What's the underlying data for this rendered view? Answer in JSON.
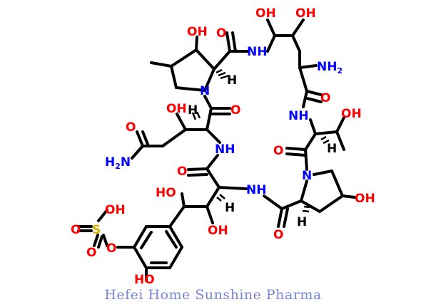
{
  "labels": {
    "oh": "OH",
    "ho": "HO",
    "o": "O",
    "nh": "NH",
    "n": "N",
    "h": "H",
    "nh2_main": "NH",
    "nh2_sub": "2",
    "h2n_main": "H",
    "h2n_sub": "2",
    "h2n_n": "N",
    "s": "S"
  },
  "watermark": "Hefei Home Sunshine Pharma",
  "colors": {
    "oxygen": "#ff0000",
    "nitrogen": "#0000ff",
    "sulfur": "#d4b000",
    "bond": "#000000",
    "watermark": "#7a86d6"
  }
}
